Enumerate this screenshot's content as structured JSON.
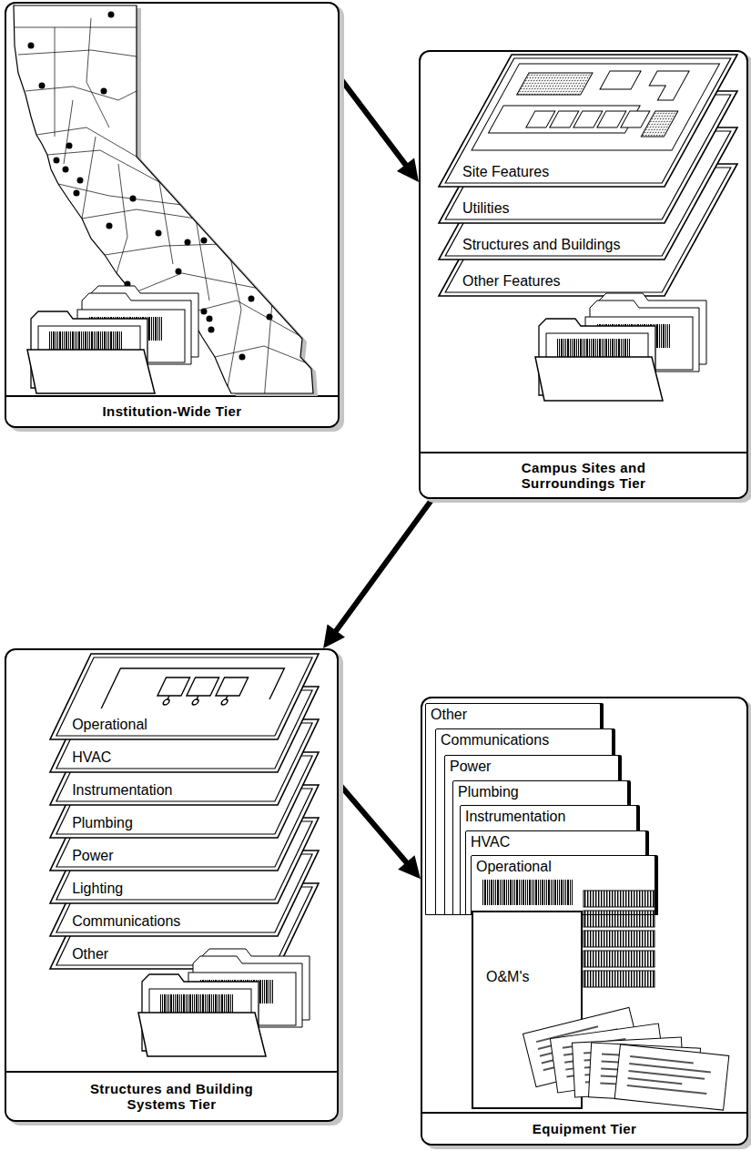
{
  "diagram": {
    "nodes": [
      {
        "text": [
          "Institution-Wide Tier"
        ]
      },
      {
        "text": [
          "Campus Sites and Surroundings Tier"
        ]
      },
      {
        "text": [
          "Site Features"
        ],
        "in": 1
      },
      {
        "text": [
          "Utilities"
        ],
        "in": 1
      },
      {
        "text": [
          "Structures and Buildings"
        ],
        "in": 1
      },
      {
        "text": [
          "Other Features"
        ],
        "in": 1
      },
      {
        "text": [
          "Structures and Building Systems Tier"
        ]
      },
      {
        "text": [
          "Operational"
        ],
        "in": 6
      },
      {
        "text": [
          "HVAC"
        ],
        "in": 6
      },
      {
        "text": [
          "Instrumentation"
        ],
        "in": 6
      },
      {
        "text": [
          "Plumbing"
        ],
        "in": 6
      },
      {
        "text": [
          "Power"
        ],
        "in": 6
      },
      {
        "text": [
          "Lighting"
        ],
        "in": 6
      },
      {
        "text": [
          "Communications"
        ],
        "in": 6
      },
      {
        "text": [
          "Other"
        ],
        "in": 6
      },
      {
        "text": [
          "Equipment Tier"
        ]
      },
      {
        "text": [
          "Other"
        ],
        "in": 15
      },
      {
        "text": [
          "Communications"
        ],
        "in": 15
      },
      {
        "text": [
          "Power"
        ],
        "in": 15
      },
      {
        "text": [
          "Plumbing"
        ],
        "in": 15
      },
      {
        "text": [
          "Instrumentation"
        ],
        "in": 15
      },
      {
        "text": [
          "HVAC"
        ],
        "in": 15
      },
      {
        "text": [
          "Operational"
        ],
        "in": 15
      },
      {
        "text": [
          "O&M's"
        ],
        "in": 15
      }
    ],
    "edges": [
      {
        "from": 0,
        "to": 1,
        "arrow": "to"
      },
      {
        "from": 1,
        "to": 6,
        "arrow": "to"
      },
      {
        "from": 6,
        "to": 15,
        "arrow": "to"
      }
    ]
  }
}
